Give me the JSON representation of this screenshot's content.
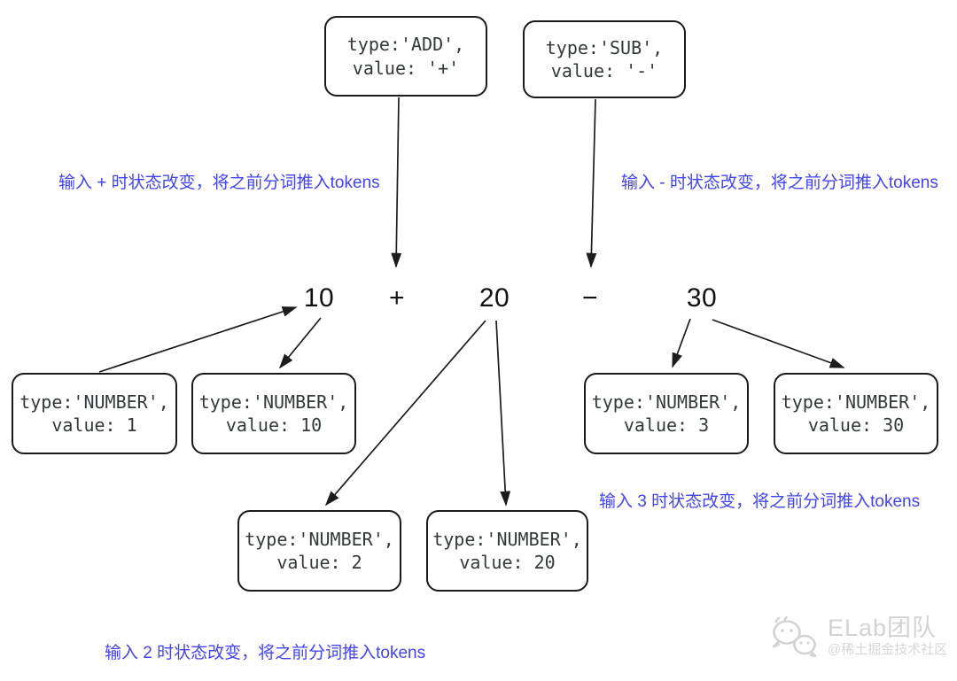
{
  "colors": {
    "background": "#ffffff",
    "annotation_blue": "#4444ee",
    "box_border": "#1a1a1a",
    "box_text": "#33383d",
    "arrow_black": "#1c1c1c",
    "watermark_gray": "#d3d3d3"
  },
  "token_boxes": [
    {
      "name": "token-add",
      "line1": "type:'ADD',",
      "line2": "value: '+'"
    },
    {
      "name": "token-sub",
      "line1": "type:'SUB',",
      "line2": "value: '-'"
    },
    {
      "name": "token-number-1",
      "line1": "type:'NUMBER',",
      "line2": "value: 1"
    },
    {
      "name": "token-number-10",
      "line1": "type:'NUMBER',",
      "line2": "value: 10"
    },
    {
      "name": "token-number-3",
      "line1": "type:'NUMBER',",
      "line2": "value: 3"
    },
    {
      "name": "token-number-30",
      "line1": "type:'NUMBER',",
      "line2": "value: 30"
    },
    {
      "name": "token-number-2",
      "line1": "type:'NUMBER',",
      "line2": "value: 2"
    },
    {
      "name": "token-number-20",
      "line1": "type:'NUMBER',",
      "line2": "value: 20"
    }
  ],
  "expression": {
    "tokens": [
      "10",
      "+",
      "20",
      "−",
      "30"
    ]
  },
  "annotations": [
    {
      "text": "输入 + 时状态改变，将之前分词推入tokens"
    },
    {
      "text": "输入 - 时状态改变，将之前分词推入tokens"
    },
    {
      "text": "输入 3 时状态改变，将之前分词推入tokens"
    },
    {
      "text": "输入 2 时状态改变，将之前分词推入tokens"
    }
  ],
  "watermark": {
    "icon": "wechat-icon",
    "brand": "ELab团队",
    "community": "@稀土掘金技术社区"
  }
}
